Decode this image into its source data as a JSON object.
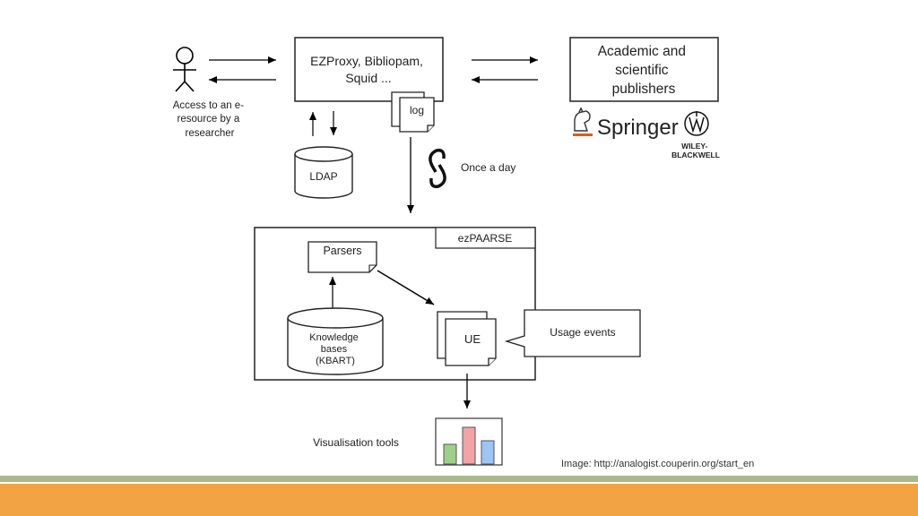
{
  "diagram": {
    "researcher": {
      "lines": [
        "Access to an e-",
        "resource by a",
        "researcher"
      ]
    },
    "proxy": {
      "lines": [
        "EZProxy, Bibliopam,",
        "Squid ..."
      ]
    },
    "publishers": {
      "lines": [
        "Academic and",
        "scientific",
        "publishers"
      ]
    },
    "log_label": "log",
    "ldap_label": "LDAP",
    "once_a_day": "Once a day",
    "springer_logo_text": "Springer",
    "wiley_logo_lines": [
      "WILEY-",
      "BLACKWELL"
    ],
    "ezpaarse_title": "ezPAARSE",
    "parsers_label": "Parsers",
    "knowledge_bases": {
      "lines": [
        "Knowledge",
        "bases",
        "(KBART)"
      ]
    },
    "ue_label": "UE",
    "usage_events": "Usage events",
    "visualisation": "Visualisation tools",
    "chart_bar_colors": [
      "#9ed08a",
      "#f3a3a6",
      "#9ec4f5"
    ],
    "icon_names": [
      "researcher-stick-figure-icon",
      "sync-cycle-icon",
      "bar-chart-icon",
      "springer-horse-icon",
      "wiley-crest-icon"
    ]
  },
  "caption": "Image: http://analogist.couperin.org/start_en",
  "colors": {
    "footer_green": "#a9b98c",
    "footer_orange": "#f2a444",
    "springer_orange": "#e05a1a"
  }
}
